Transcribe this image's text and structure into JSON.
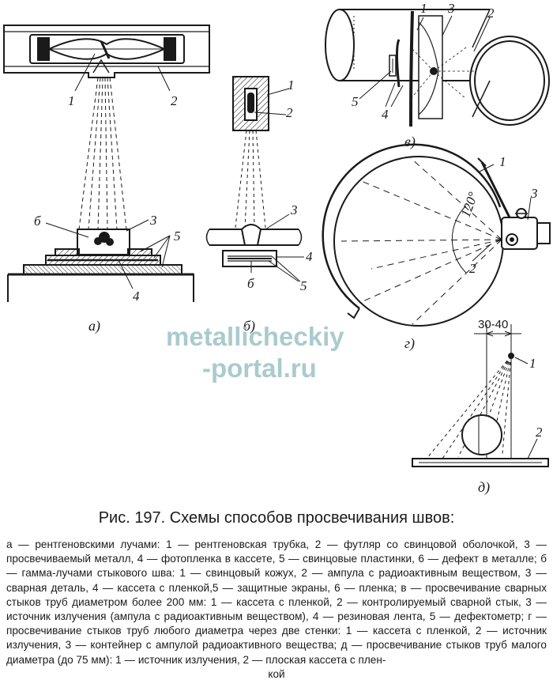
{
  "figure": {
    "labels": {
      "a1": "1",
      "a2": "2",
      "a3": "3",
      "a4": "4",
      "a5": "5",
      "a6": "б",
      "b1": "1",
      "b2": "2",
      "b3": "3",
      "b4": "4",
      "b5": "5",
      "b6": "б",
      "v1": "1",
      "v2": "2",
      "v3": "3",
      "v4": "4",
      "v5": "5",
      "g1": "1",
      "g2": "2",
      "g3": "3",
      "g_angle": "120°",
      "d1": "1",
      "d2": "2",
      "d_dim": "30-40"
    },
    "subfig": {
      "a": "а)",
      "b": "б)",
      "v": "в)",
      "g": "г)",
      "d": "д)"
    },
    "watermark": {
      "line1": "metallicheckiy",
      "line2": "-portal.ru"
    }
  },
  "caption": "Рис. 197. Схемы способов просвечивания швов:",
  "legend": {
    "main": "а — рентгеновскими лучами: 1 — рентгеновская трубка, 2 — футляр со свинцовой оболочкой, 3 — просвечиваемый металл, 4 — фотопленка в кассете, 5 — свинцовые пластинки, 6 — дефект в металле; б — гамма-лучами стыкового шва: 1 — свинцовый кожух, 2 — ампула с радиоактивным веществом, 3 — сварная деталь, 4 — кассета с пленкой,5 — защитные экраны, 6 — пленка; в — просвечивание сварных стыков труб диаметром более 200 мм: 1 — кассета с пленкой, 2 — контролируемый сварной стык, 3 — источник излучения (ампула с радиоактивным веществом), 4 — резиновая лента, 5 — дефектометр; г — просвечивание стыков труб любого диаметра через две стенки: 1 — кассета с пленкой, 2 — источник излучения, 3 — контейнер с ампулой радиоактивного вещества; д — просвечивание стыков труб малого диаметра (до 75 мм): 1 — источник излучения, 2 — плоская кассета с плен-",
    "tail": "кой"
  }
}
